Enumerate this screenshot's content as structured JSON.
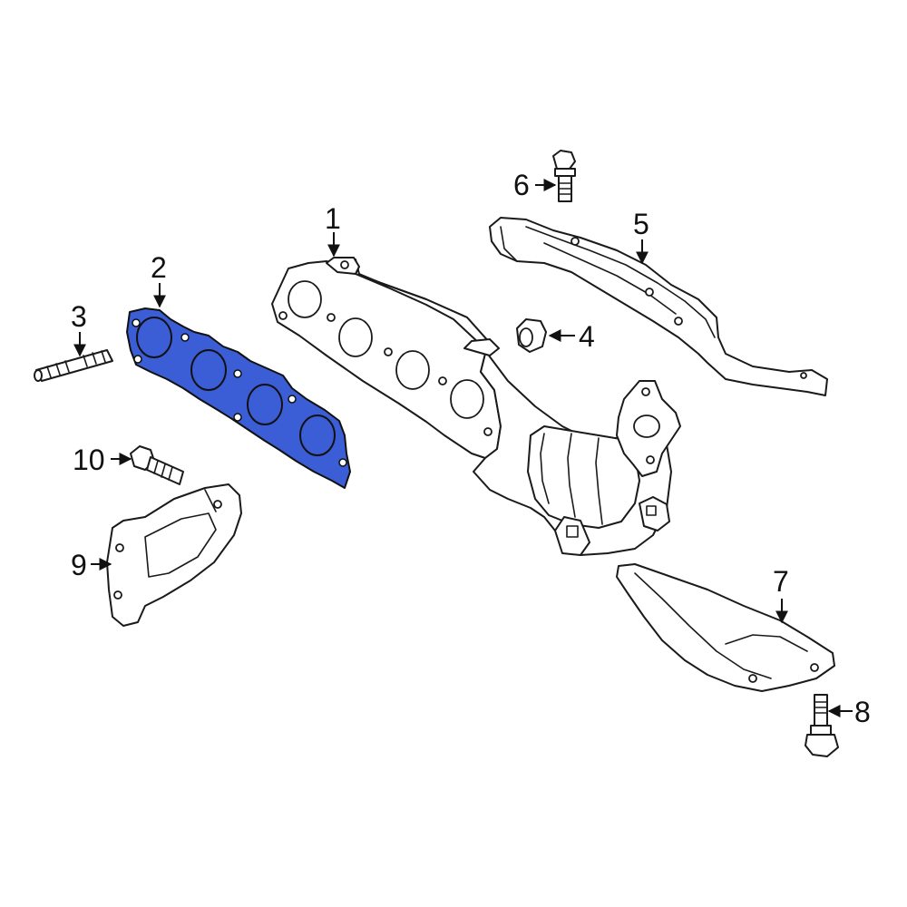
{
  "diagram": {
    "highlight_color": "#3b5ed6",
    "line_color": "#1a1a1a",
    "callouts": [
      {
        "id": "1",
        "label": "1"
      },
      {
        "id": "2",
        "label": "2"
      },
      {
        "id": "3",
        "label": "3"
      },
      {
        "id": "4",
        "label": "4"
      },
      {
        "id": "5",
        "label": "5"
      },
      {
        "id": "6",
        "label": "6"
      },
      {
        "id": "7",
        "label": "7"
      },
      {
        "id": "8",
        "label": "8"
      },
      {
        "id": "9",
        "label": "9"
      },
      {
        "id": "10",
        "label": "10"
      }
    ]
  }
}
